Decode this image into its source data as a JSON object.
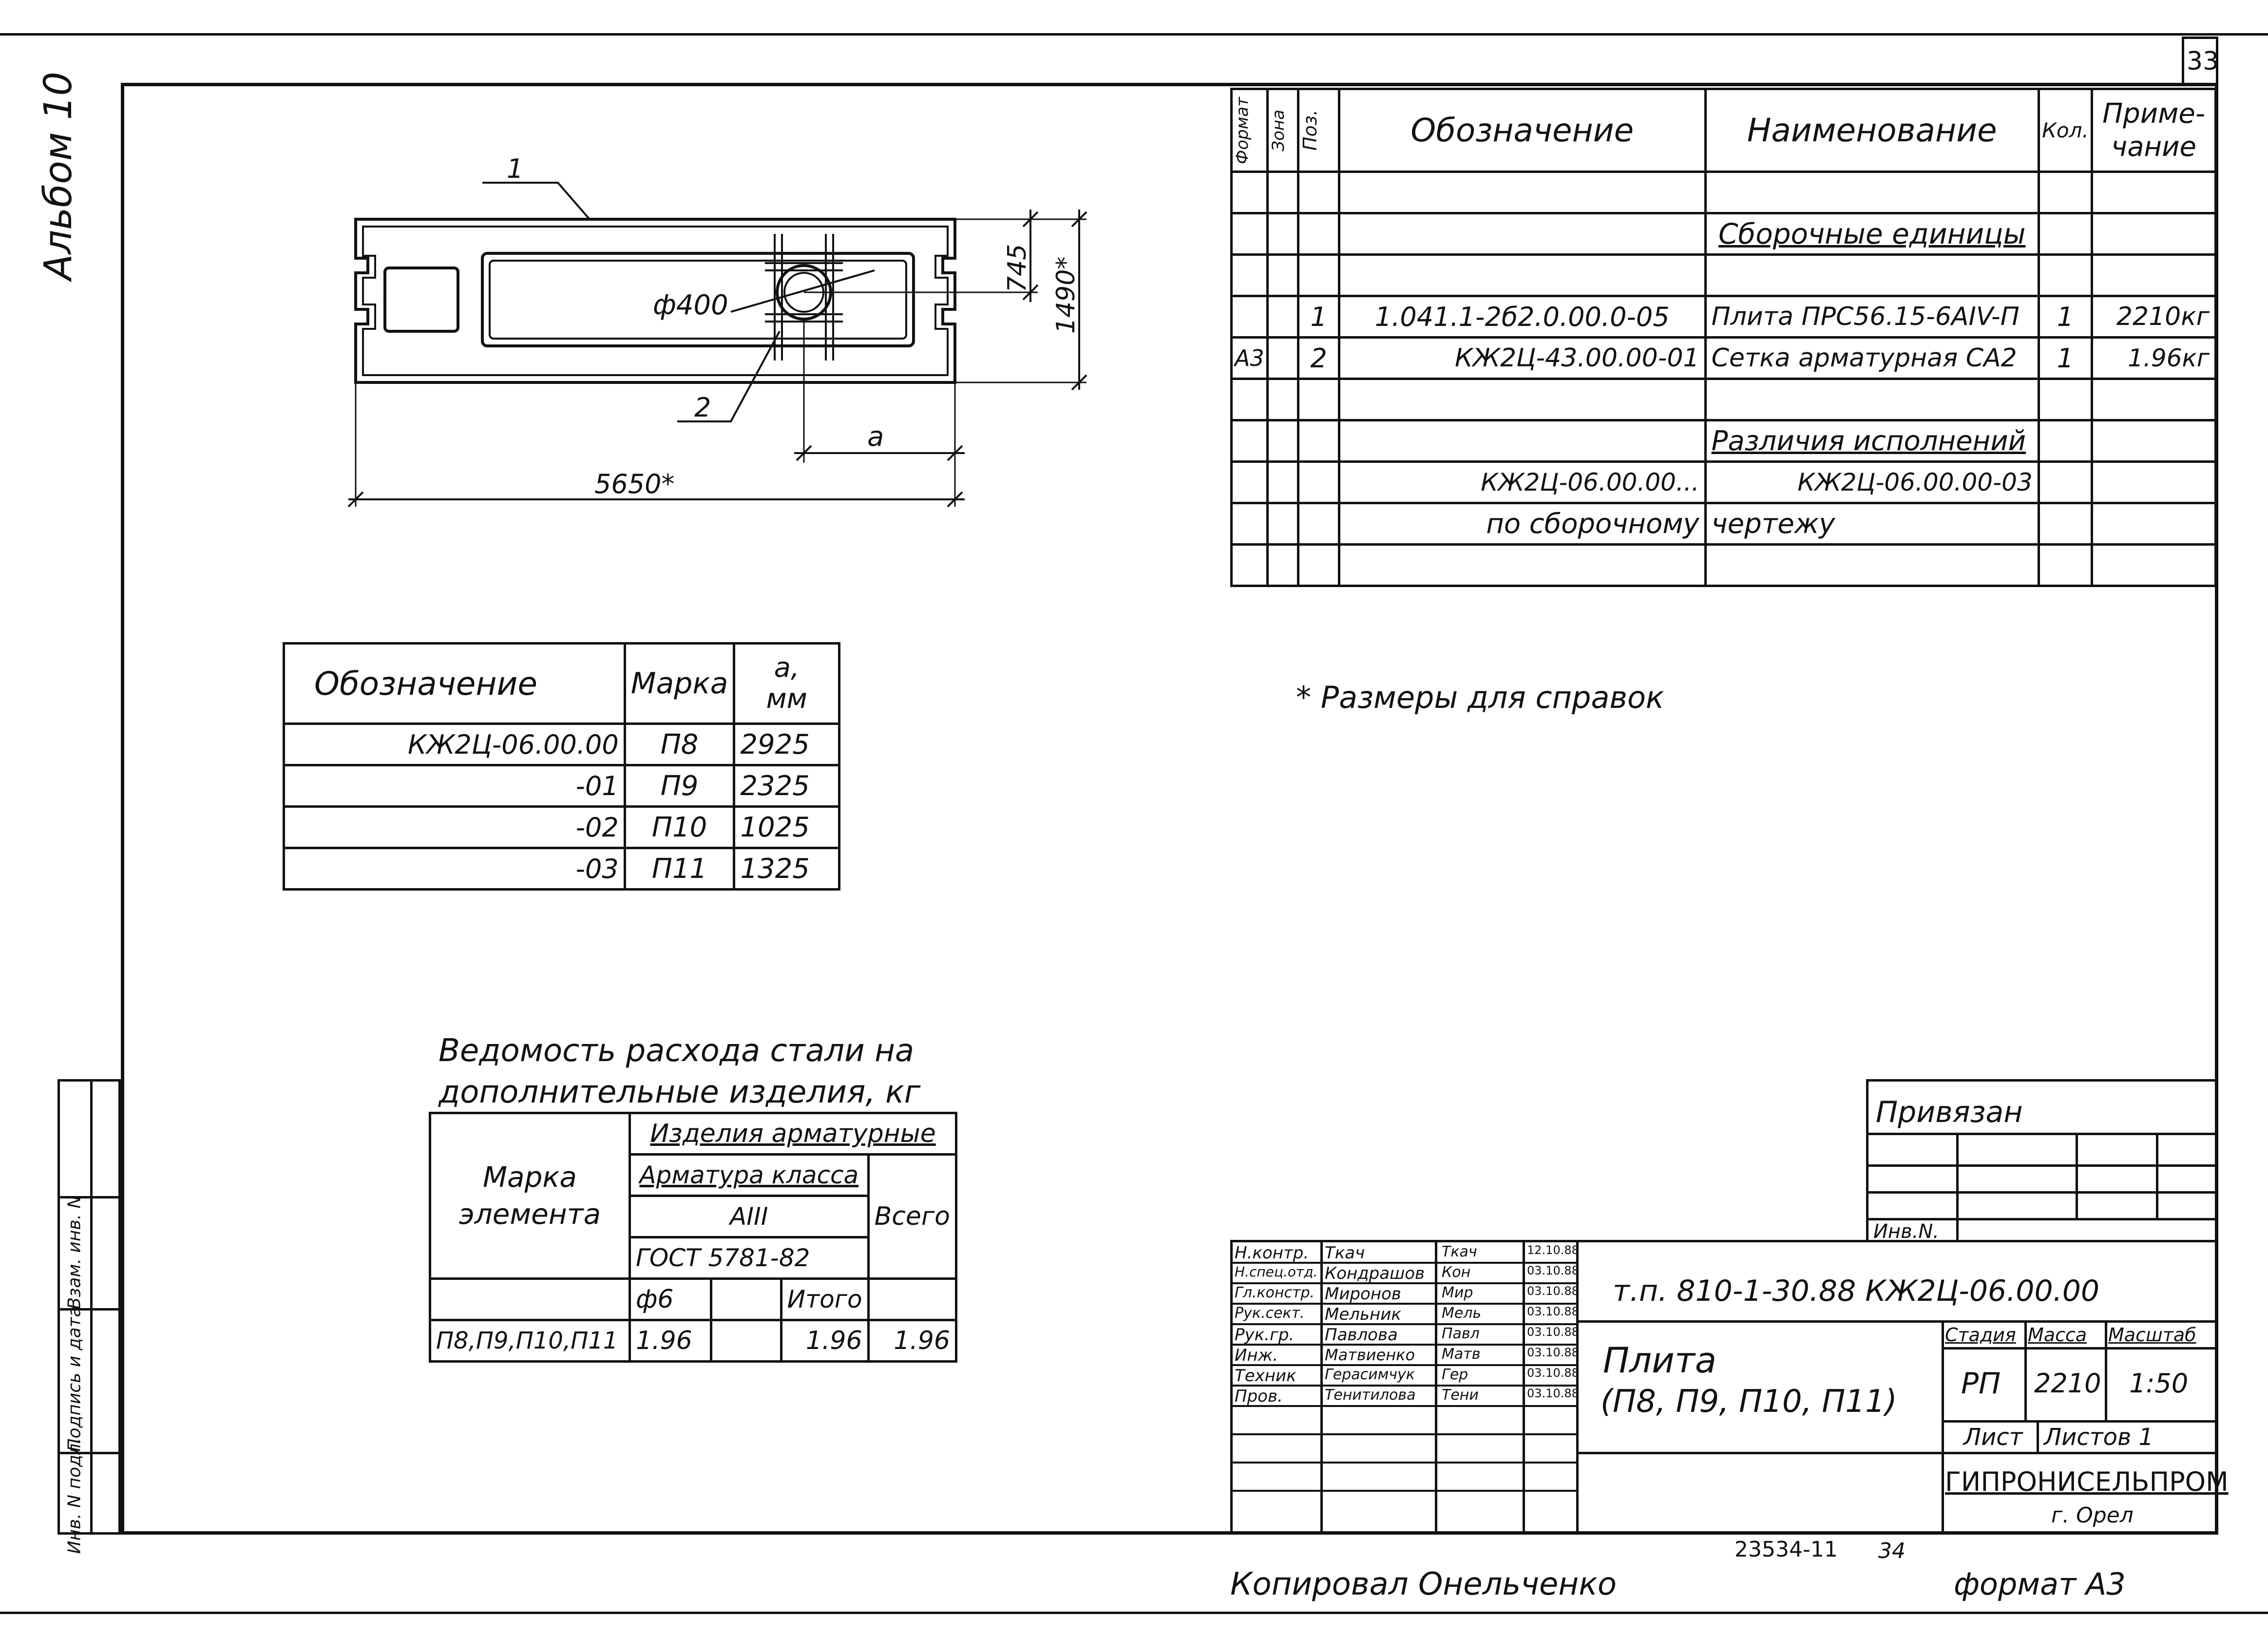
{
  "sheet": {
    "page_number": "33",
    "album": "Альбом 10",
    "reference_note": "* Размеры для справок",
    "copied_by": "Копировал Онельченко",
    "format": "формат А3",
    "code_bottom": "23534-11",
    "code_bottom_num": "34",
    "side_stamp": [
      "Инв. N подл.",
      "Подпись и дата",
      "Взам. инв. N"
    ]
  },
  "drawing": {
    "label_1": "1",
    "label_2": "2",
    "dia": "ф400",
    "dim_745": "745",
    "dim_1490": "1490*",
    "dim_a": "a",
    "dim_5650": "5650*"
  },
  "spec": {
    "headers": {
      "format": "Формат",
      "zone": "Зона",
      "pos": "Поз.",
      "designation": "Обозначение",
      "name": "Наименование",
      "qty": "Кол.",
      "note_line1": "Приме-",
      "note_line2": "чание"
    },
    "section_title": "Сборочные единицы",
    "rows": [
      {
        "format": "",
        "pos": "1",
        "designation": "1.041.1-2б2.0.00.0-05",
        "name": "Плита ПРС56.15-6АIV-П",
        "qty": "1",
        "note": "2210кг"
      },
      {
        "format": "А3",
        "pos": "2",
        "designation": "КЖ2Ц-43.00.00-01",
        "name": "Сетка арматурная СА2",
        "qty": "1",
        "note": "1.96кг"
      }
    ],
    "variants_title": "Различия исполнений",
    "variants_left": "КЖ2Ц-06.00.00...",
    "variants_right": "КЖ2Ц-06.00.00-03",
    "by_drawing_left": "по сборочному",
    "by_drawing_right": "чертежу"
  },
  "marks_table": {
    "headers": {
      "designation": "Обозначение",
      "mark": "Марка",
      "a": "a,",
      "a_unit": "мм"
    },
    "rows": [
      {
        "designation": "КЖ2Ц-06.00.00",
        "mark": "П8",
        "a": "2925"
      },
      {
        "designation": "-01",
        "mark": "П9",
        "a": "2325"
      },
      {
        "designation": "-02",
        "mark": "П10",
        "a": "1025"
      },
      {
        "designation": "-03",
        "mark": "П11",
        "a": "1325"
      }
    ]
  },
  "steel_table": {
    "title_line1": "Ведомость расхода стали на",
    "title_line2": "дополнительные изделия, кг",
    "headers": {
      "element_mark_1": "Марка",
      "element_mark_2": "элемента",
      "group": "Изделия арматурные",
      "class": "Арматура класса",
      "class_value": "АIII",
      "gost": "ГОСТ 5781-82",
      "total": "Всего",
      "d6": "ф6",
      "subtotal": "Итого"
    },
    "row": {
      "mark": "П8,П9,П10,П11",
      "d6": "1.96",
      "empty": "",
      "subtotal": "1.96",
      "total": "1.96"
    }
  },
  "binding": {
    "title": "Привязан",
    "inv": "Инв.N."
  },
  "title_block": {
    "project_code": "т.п. 810-1-30.88 КЖ2Ц-06.00.00",
    "object_name_1": "Плита",
    "object_name_2": "(П8, П9, П10, П11)",
    "stage_label": "Стадия",
    "mass_label": "Масса",
    "scale_label": "Масштаб",
    "stage": "РП",
    "mass": "2210",
    "scale": "1:50",
    "sheet_label": "Лист",
    "sheets_label": "Листов 1",
    "org": "ГИПРОНИСЕЛЬПРОМ",
    "city": "г. Орел",
    "people": [
      {
        "role": "Н.контр.",
        "name": "Ткач",
        "sign": "Ткач",
        "date": "12.10.88"
      },
      {
        "role": "Н.спец.отд.",
        "name": "Кондрашов",
        "sign": "Кон",
        "date": "03.10.88"
      },
      {
        "role": "Гл.констр.",
        "name": "Миронов",
        "sign": "Мир",
        "date": "03.10.88"
      },
      {
        "role": "Рук.сект.",
        "name": "Мельник",
        "sign": "Мель",
        "date": "03.10.88"
      },
      {
        "role": "Рук.гр.",
        "name": "Павлова",
        "sign": "Павл",
        "date": "03.10.88"
      },
      {
        "role": "Инж.",
        "name": "Матвиенко",
        "sign": "Матв",
        "date": "03.10.88"
      },
      {
        "role": "Техник",
        "name": "Герасимчук",
        "sign": "Гер",
        "date": "03.10.88"
      },
      {
        "role": "Пров.",
        "name": "Тенитилова",
        "sign": "Тени",
        "date": "03.10.88"
      }
    ]
  },
  "colors": {
    "ink": "#111111",
    "paper": "#ffffff"
  }
}
